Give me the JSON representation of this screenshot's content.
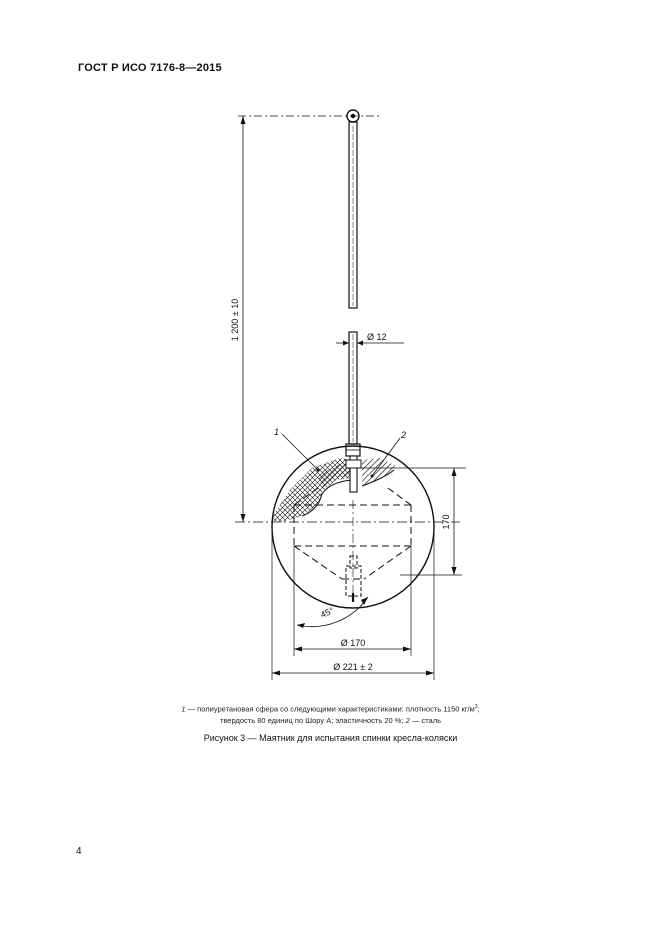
{
  "document": {
    "header": "ГОСТ Р ИСО 7176-8—2015",
    "page_number": "4"
  },
  "figure": {
    "dimensions": {
      "total_length": "1 200 ± 10",
      "rod_diameter": "Ø 12",
      "sphere_height": "170",
      "angle": "45°",
      "inner_diameter": "Ø 170",
      "sphere_diameter": "Ø 221 ± 2"
    },
    "callouts": {
      "item1": "1",
      "item2": "2"
    },
    "legend": {
      "item1_num": "1",
      "item1_text": " — полиуретановая сфера со следующими характеристиками: плотность 1150 кг/м",
      "item1_sup": "3",
      "item1_tail": ";",
      "line2_pre": "твердость 80 единиц по Шору А; эластичность 20 %; ",
      "item2_num": "2",
      "item2_text": " — сталь"
    },
    "caption": "Рисунок 3 — Маятник для испытания спинки кресла-коляски"
  }
}
